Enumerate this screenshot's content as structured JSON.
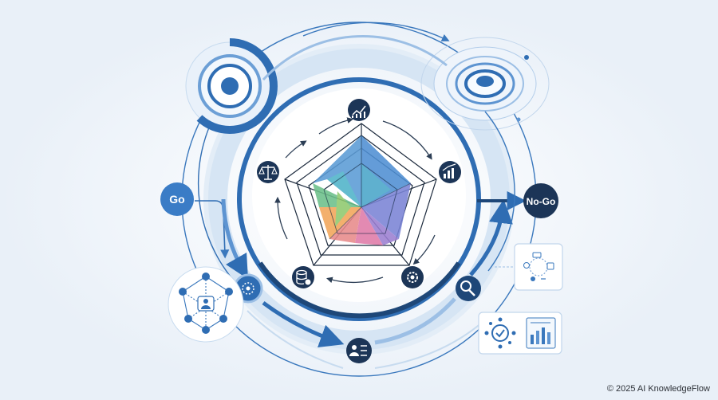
{
  "diagram": {
    "go_label": "Go",
    "nogo_label": "No-Go",
    "radar_icons": [
      "chart-up-icon",
      "chart-bar-icon",
      "gear-icon",
      "database-check-icon",
      "balance-scale-icon"
    ],
    "flow_icons": [
      "network-gear-icon",
      "user-list-icon",
      "magnifier-icon"
    ],
    "colors": {
      "primary": "#2f6db3",
      "dark": "#1e4778",
      "navy": "#1c3557",
      "light": "#cfe0f2",
      "segments": [
        "#5b9bd5",
        "#4fb3c9",
        "#6cc08a",
        "#8fc96e",
        "#f2a65a",
        "#e88a8a",
        "#e07aa8",
        "#9b7fd1",
        "#7a84d6"
      ]
    }
  },
  "footer": {
    "copyright": "© 2025 AI KnowledgeFlow"
  }
}
